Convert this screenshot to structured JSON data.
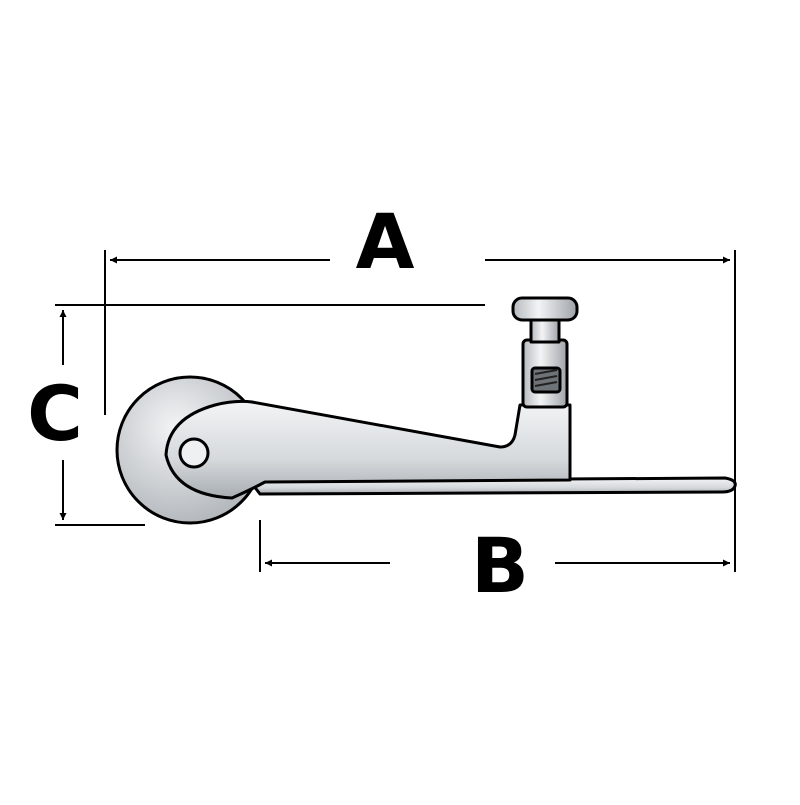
{
  "dimensions": {
    "a_label": "A",
    "b_label": "B",
    "c_label": "C"
  },
  "colors": {
    "line": "#000000",
    "part_fill": "#d9dde0",
    "part_shadow": "#a8adb2",
    "part_highlight": "#f3f4f5"
  }
}
